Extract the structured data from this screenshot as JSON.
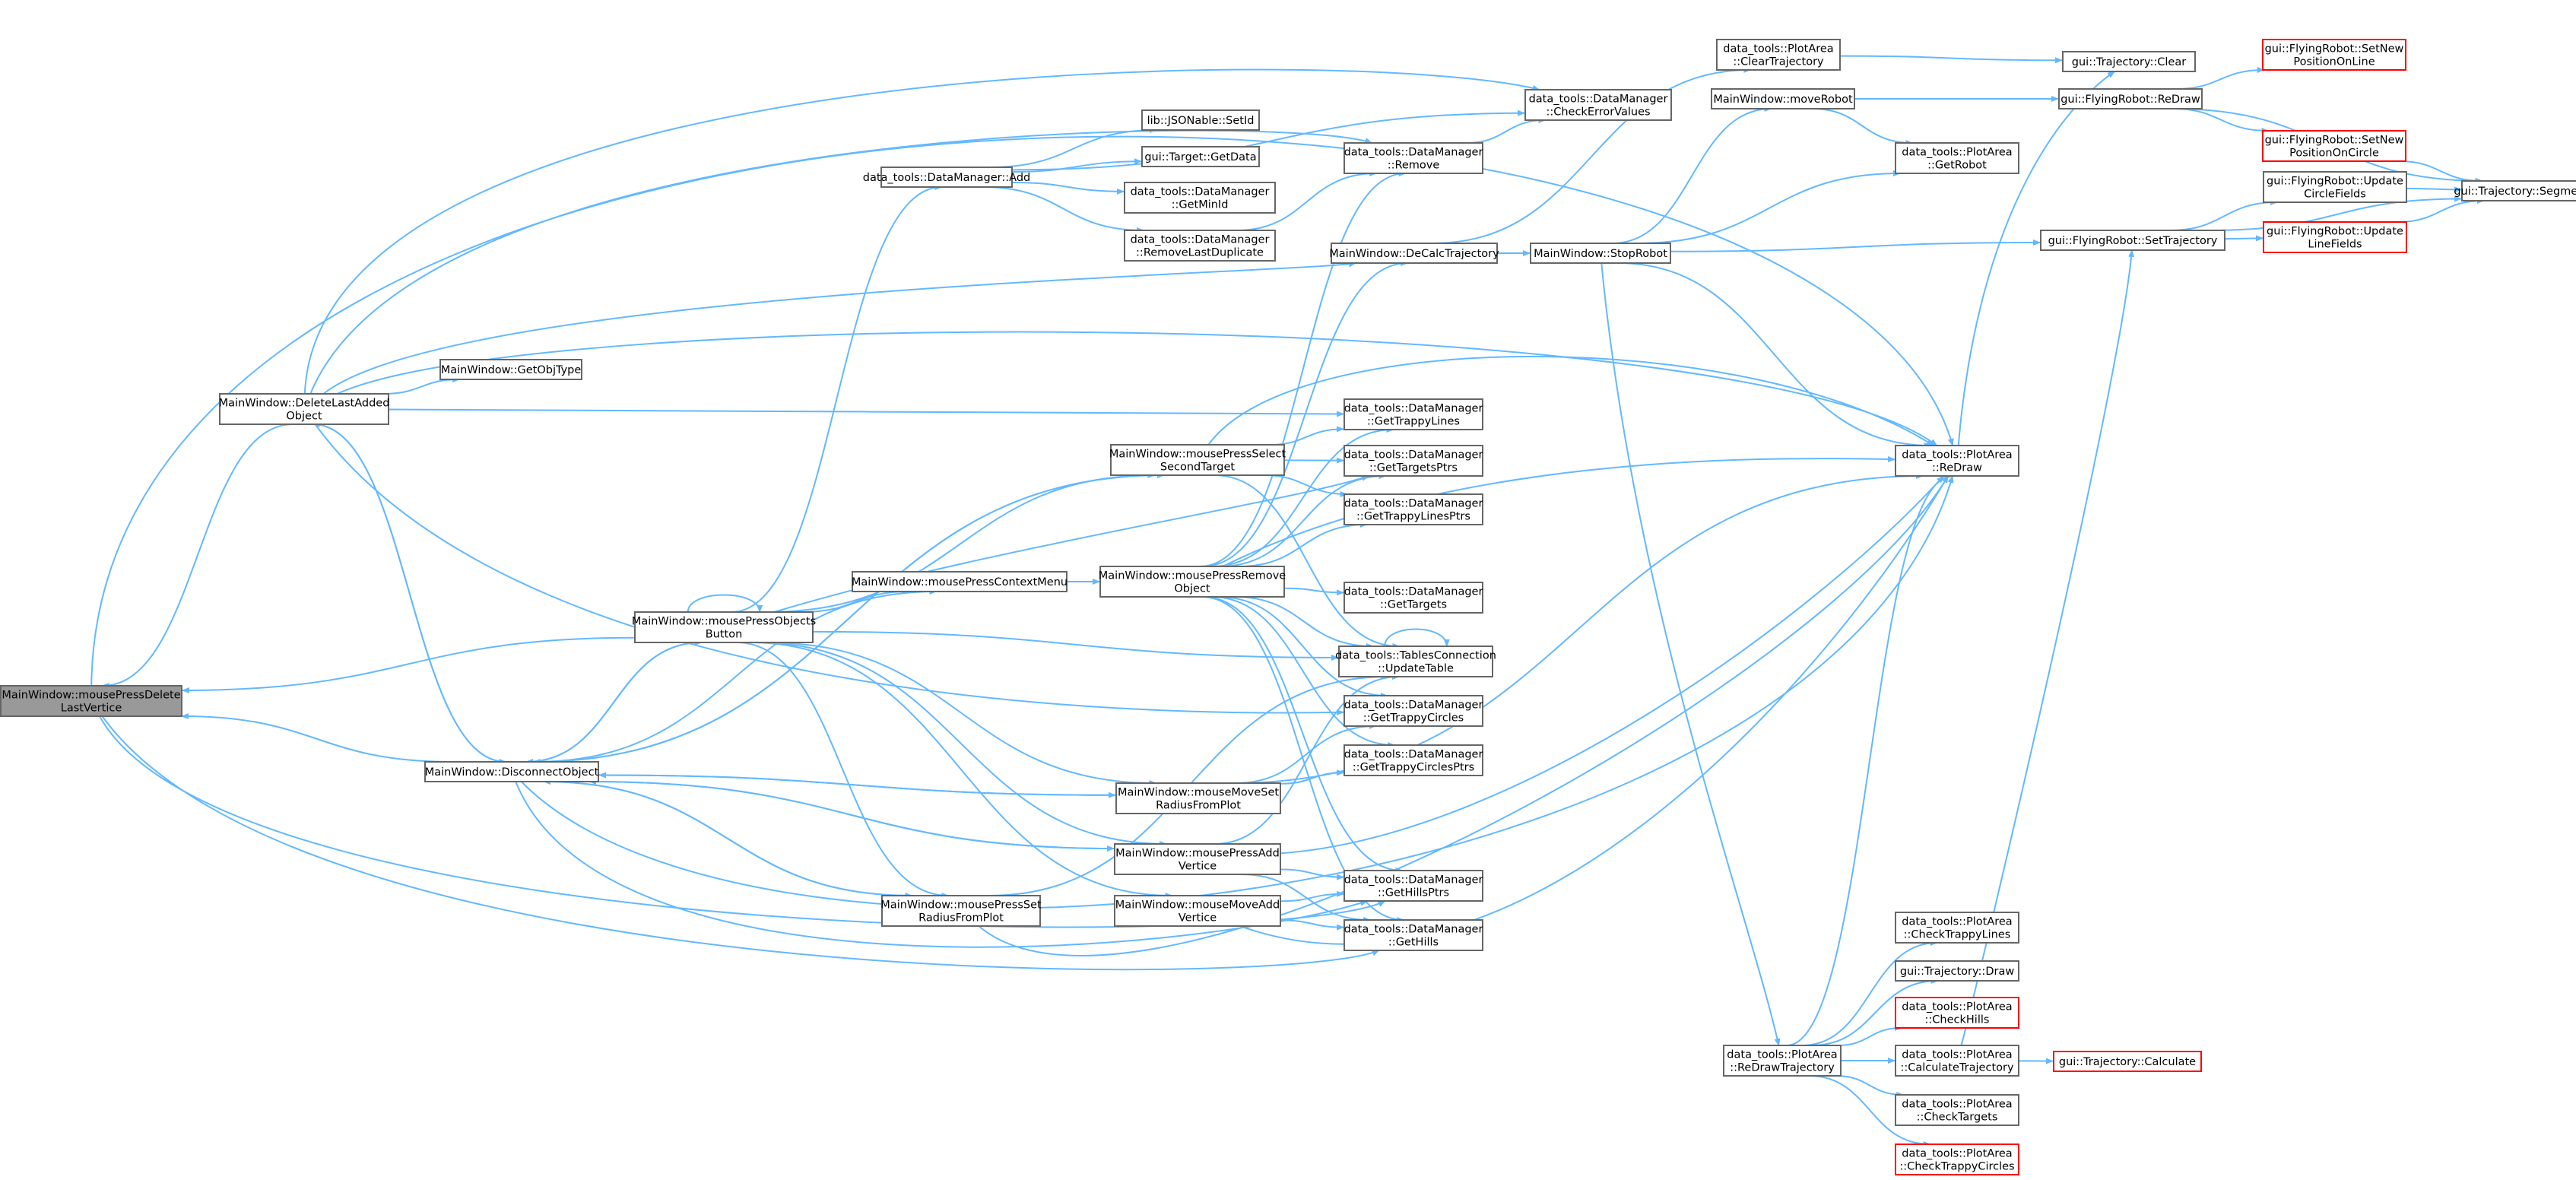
{
  "colors": {
    "edge": "#63b8ff",
    "node_border": "#666666",
    "node_fill": "#ffffff",
    "node_text": "#000000",
    "root_fill": "#999999",
    "root_border": "#666666",
    "truncated_border": "#ff0000"
  },
  "nodes": [
    {
      "id": "root",
      "lines": [
        "MainWindow::mousePressDelete",
        "LastVertice"
      ],
      "style": "root"
    },
    {
      "id": "dla",
      "lines": [
        "MainWindow::DeleteLastAdded",
        "Object"
      ]
    },
    {
      "id": "got",
      "lines": [
        "MainWindow::GetObjType"
      ]
    },
    {
      "id": "dco",
      "lines": [
        "MainWindow::DisconnectObject"
      ]
    },
    {
      "id": "mpob",
      "lines": [
        "MainWindow::mousePressObjects",
        "Button"
      ]
    },
    {
      "id": "dmadd",
      "lines": [
        "data_tools::DataManager::Add"
      ]
    },
    {
      "id": "jsetid",
      "lines": [
        "lib::JSONable::SetId"
      ]
    },
    {
      "id": "tgd",
      "lines": [
        "gui::Target::GetData"
      ]
    },
    {
      "id": "gmin",
      "lines": [
        "data_tools::DataManager",
        "::GetMinId"
      ]
    },
    {
      "id": "rld",
      "lines": [
        "data_tools::DataManager",
        "::RemoveLastDuplicate"
      ]
    },
    {
      "id": "dmrem",
      "lines": [
        "data_tools::DataManager",
        "::Remove"
      ]
    },
    {
      "id": "cev",
      "lines": [
        "data_tools::DataManager",
        "::CheckErrorValues"
      ]
    },
    {
      "id": "pact",
      "lines": [
        "data_tools::PlotArea",
        "::ClearTrajectory"
      ]
    },
    {
      "id": "mvr",
      "lines": [
        "MainWindow::moveRobot"
      ]
    },
    {
      "id": "pagr",
      "lines": [
        "data_tools::PlotArea",
        "::GetRobot"
      ]
    },
    {
      "id": "trc",
      "lines": [
        "gui::Trajectory::Clear"
      ]
    },
    {
      "id": "frrd",
      "lines": [
        "gui::FlyingRobot::ReDraw"
      ]
    },
    {
      "id": "frpl",
      "lines": [
        "gui::FlyingRobot::SetNew",
        "PositionOnLine"
      ],
      "style": "truncated"
    },
    {
      "id": "frpc",
      "lines": [
        "gui::FlyingRobot::SetNew",
        "PositionOnCircle"
      ],
      "style": "truncated"
    },
    {
      "id": "fruc",
      "lines": [
        "gui::FlyingRobot::Update",
        "CircleFields"
      ]
    },
    {
      "id": "frul",
      "lines": [
        "gui::FlyingRobot::Update",
        "LineFields"
      ],
      "style": "truncated"
    },
    {
      "id": "trs",
      "lines": [
        "gui::Trajectory::Segments"
      ]
    },
    {
      "id": "frst",
      "lines": [
        "gui::FlyingRobot::SetTrajectory"
      ]
    },
    {
      "id": "dct",
      "lines": [
        "MainWindow::DeCalcTrajectory"
      ]
    },
    {
      "id": "str",
      "lines": [
        "MainWindow::StopRobot"
      ]
    },
    {
      "id": "mpss",
      "lines": [
        "MainWindow::mousePressSelect",
        "SecondTarget"
      ]
    },
    {
      "id": "gtl",
      "lines": [
        "data_tools::DataManager",
        "::GetTrappyLines"
      ]
    },
    {
      "id": "gtp",
      "lines": [
        "data_tools::DataManager",
        "::GetTargetsPtrs"
      ]
    },
    {
      "id": "gtlp",
      "lines": [
        "data_tools::DataManager",
        "::GetTrappyLinesPtrs"
      ]
    },
    {
      "id": "mpcm",
      "lines": [
        "MainWindow::mousePressContextMenu"
      ]
    },
    {
      "id": "mpro",
      "lines": [
        "MainWindow::mousePressRemove",
        "Object"
      ]
    },
    {
      "id": "gtg",
      "lines": [
        "data_tools::DataManager",
        "::GetTargets"
      ]
    },
    {
      "id": "tcut",
      "lines": [
        "data_tools::TablesConnection",
        "::UpdateTable"
      ]
    },
    {
      "id": "gtc",
      "lines": [
        "data_tools::DataManager",
        "::GetTrappyCircles"
      ]
    },
    {
      "id": "gtcp",
      "lines": [
        "data_tools::DataManager",
        "::GetTrappyCirclesPtrs"
      ]
    },
    {
      "id": "mmsr",
      "lines": [
        "MainWindow::mouseMoveSet",
        "RadiusFromPlot"
      ]
    },
    {
      "id": "mpav",
      "lines": [
        "MainWindow::mousePressAdd",
        "Vertice"
      ]
    },
    {
      "id": "mpsr",
      "lines": [
        "MainWindow::mousePressSet",
        "RadiusFromPlot"
      ]
    },
    {
      "id": "mmav",
      "lines": [
        "MainWindow::mouseMoveAdd",
        "Vertice"
      ]
    },
    {
      "id": "ghp",
      "lines": [
        "data_tools::DataManager",
        "::GetHillsPtrs"
      ]
    },
    {
      "id": "gh",
      "lines": [
        "data_tools::DataManager",
        "::GetHills"
      ]
    },
    {
      "id": "pard",
      "lines": [
        "data_tools::PlotArea",
        "::ReDraw"
      ]
    },
    {
      "id": "pactl",
      "lines": [
        "data_tools::PlotArea",
        "::CheckTrappyLines"
      ]
    },
    {
      "id": "trd",
      "lines": [
        "gui::Trajectory::Draw"
      ]
    },
    {
      "id": "pach",
      "lines": [
        "data_tools::PlotArea",
        "::CheckHills"
      ],
      "style": "truncated"
    },
    {
      "id": "pacalc",
      "lines": [
        "data_tools::PlotArea",
        "::CalculateTrajectory"
      ]
    },
    {
      "id": "trcalc",
      "lines": [
        "gui::Trajectory::Calculate"
      ],
      "style": "truncated"
    },
    {
      "id": "pardt",
      "lines": [
        "data_tools::PlotArea",
        "::ReDrawTrajectory"
      ]
    },
    {
      "id": "pactg",
      "lines": [
        "data_tools::PlotArea",
        "::CheckTargets"
      ]
    },
    {
      "id": "pactc",
      "lines": [
        "data_tools::PlotArea",
        "::CheckTrappyCircles"
      ],
      "style": "truncated"
    }
  ],
  "edges": [
    [
      "dla",
      "root"
    ],
    [
      "dco",
      "root"
    ],
    [
      "mpob",
      "root"
    ],
    [
      "root",
      "pard"
    ],
    [
      "root",
      "gh"
    ],
    [
      "root",
      "ghp"
    ],
    [
      "dla",
      "got"
    ],
    [
      "dla",
      "cev"
    ],
    [
      "dla",
      "dmrem"
    ],
    [
      "dla",
      "dct"
    ],
    [
      "dla",
      "pard"
    ],
    [
      "dla",
      "gtl"
    ],
    [
      "dla",
      "gtc"
    ],
    [
      "dla",
      "dco"
    ],
    [
      "dco",
      "dla"
    ],
    [
      "dco",
      "mpob"
    ],
    [
      "dco",
      "mpss"
    ],
    [
      "dco",
      "mpcm"
    ],
    [
      "dco",
      "mmsr"
    ],
    [
      "dco",
      "mpav"
    ],
    [
      "dco",
      "mpsr"
    ],
    [
      "dco",
      "ghp"
    ],
    [
      "dco",
      "pard"
    ],
    [
      "mpob",
      "mpob"
    ],
    [
      "mpob",
      "dmadd"
    ],
    [
      "mpob",
      "mpcm"
    ],
    [
      "mpob",
      "mpss"
    ],
    [
      "mpob",
      "gtp"
    ],
    [
      "mpob",
      "tcut"
    ],
    [
      "mpob",
      "mmsr"
    ],
    [
      "mpob",
      "mpav"
    ],
    [
      "mpob",
      "mpsr"
    ],
    [
      "mpob",
      "mmav"
    ],
    [
      "mpob",
      "dco"
    ],
    [
      "dmadd",
      "jsetid"
    ],
    [
      "dmadd",
      "tgd"
    ],
    [
      "dmadd",
      "gmin"
    ],
    [
      "dmadd",
      "rld"
    ],
    [
      "dmadd",
      "cev"
    ],
    [
      "rld",
      "dmrem"
    ],
    [
      "dmrem",
      "cev"
    ],
    [
      "mpcm",
      "mpro"
    ],
    [
      "mpss",
      "gtl"
    ],
    [
      "mpss",
      "gtp"
    ],
    [
      "mpss",
      "gtlp"
    ],
    [
      "mpss",
      "tcut"
    ],
    [
      "mpss",
      "pard"
    ],
    [
      "mpss",
      "dco"
    ],
    [
      "mpro",
      "dmrem"
    ],
    [
      "mpro",
      "dct"
    ],
    [
      "mpro",
      "gtl"
    ],
    [
      "mpro",
      "gtp"
    ],
    [
      "mpro",
      "gtlp"
    ],
    [
      "mpro",
      "gtg"
    ],
    [
      "mpro",
      "tcut"
    ],
    [
      "mpro",
      "gtc"
    ],
    [
      "mpro",
      "gtcp"
    ],
    [
      "mpro",
      "ghp"
    ],
    [
      "mpro",
      "gh"
    ],
    [
      "mpro",
      "pard"
    ],
    [
      "tcut",
      "tcut"
    ],
    [
      "mmsr",
      "gtc"
    ],
    [
      "mmsr",
      "gtcp"
    ],
    [
      "mmsr",
      "pard"
    ],
    [
      "mmsr",
      "dco"
    ],
    [
      "mpav",
      "ghp"
    ],
    [
      "mpav",
      "gh"
    ],
    [
      "mpav",
      "pard"
    ],
    [
      "mpav",
      "dco"
    ],
    [
      "mpav",
      "tcut"
    ],
    [
      "mpsr",
      "tcut"
    ],
    [
      "mpsr",
      "pard"
    ],
    [
      "mpsr",
      "dco"
    ],
    [
      "mmav",
      "ghp"
    ],
    [
      "mmav",
      "gh"
    ],
    [
      "mmav",
      "pard"
    ],
    [
      "dct",
      "pact"
    ],
    [
      "dct",
      "str"
    ],
    [
      "str",
      "mvr"
    ],
    [
      "str",
      "pagr"
    ],
    [
      "str",
      "frst"
    ],
    [
      "str",
      "pard"
    ],
    [
      "str",
      "pardt"
    ],
    [
      "pact",
      "trc"
    ],
    [
      "mvr",
      "pagr"
    ],
    [
      "mvr",
      "frrd"
    ],
    [
      "frrd",
      "frpl"
    ],
    [
      "frrd",
      "frpc"
    ],
    [
      "frrd",
      "trs"
    ],
    [
      "frpc",
      "trs"
    ],
    [
      "fruc",
      "trs"
    ],
    [
      "frul",
      "trs"
    ],
    [
      "frst",
      "fruc"
    ],
    [
      "frst",
      "frul"
    ],
    [
      "frst",
      "trs"
    ],
    [
      "pard",
      "trc"
    ],
    [
      "pardt",
      "pard"
    ],
    [
      "pardt",
      "pactl"
    ],
    [
      "pardt",
      "trd"
    ],
    [
      "pardt",
      "pach"
    ],
    [
      "pardt",
      "pacalc"
    ],
    [
      "pardt",
      "pactg"
    ],
    [
      "pardt",
      "pactc"
    ],
    [
      "pacalc",
      "trcalc"
    ],
    [
      "pacalc",
      "frst"
    ]
  ]
}
